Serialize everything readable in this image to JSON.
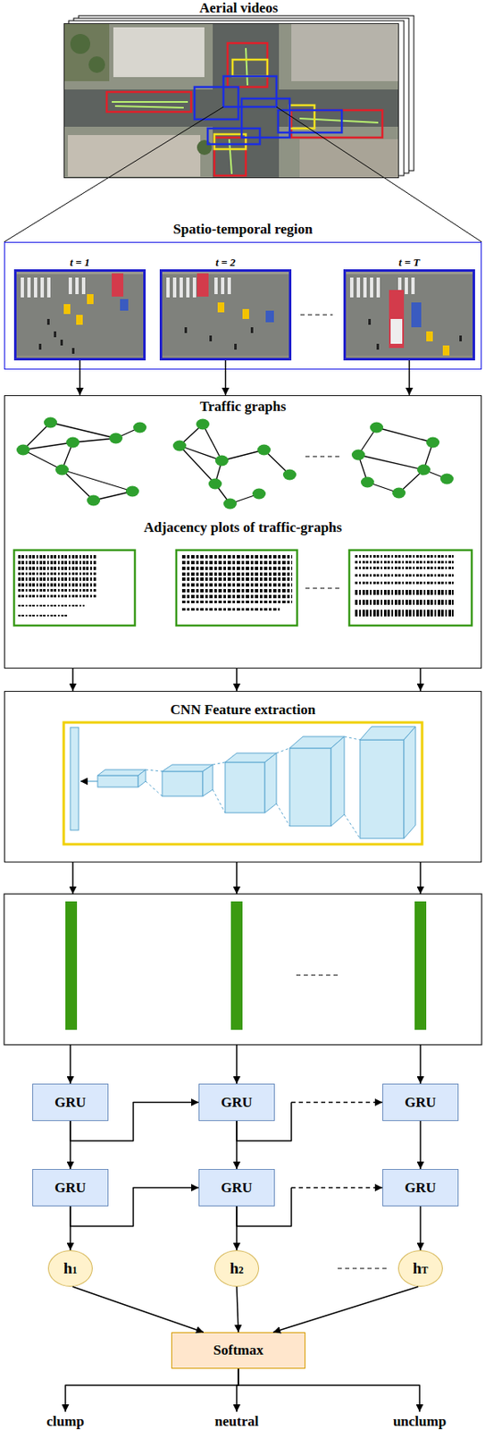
{
  "diagram": {
    "nodes": [
      {
        "text": [
          "Aerial videos"
        ]
      },
      {
        "text": [
          "Spatio-temporal region"
        ]
      },
      {
        "text": [
          "t = 1"
        ],
        "in": 1
      },
      {
        "text": [
          "t = 2"
        ],
        "in": 1
      },
      {
        "text": [
          "t = T"
        ],
        "in": 1
      },
      {
        "text": [
          "Traffic graphs",
          "Adjacency plots of traffic-graphs"
        ]
      },
      {
        "text": [
          "CNN Feature extraction"
        ]
      },
      {
        "text": [
          "GRU"
        ]
      },
      {
        "text": [
          "GRU"
        ]
      },
      {
        "text": [
          "GRU"
        ]
      },
      {
        "text": [
          "GRU"
        ]
      },
      {
        "text": [
          "GRU"
        ]
      },
      {
        "text": [
          "GRU"
        ]
      },
      {
        "text": [
          "h1"
        ]
      },
      {
        "text": [
          "h2"
        ]
      },
      {
        "text": [
          "hT"
        ]
      },
      {
        "text": [
          "Softmax"
        ]
      },
      {
        "text": [
          "clump"
        ]
      },
      {
        "text": [
          "neutral"
        ]
      },
      {
        "text": [
          "unclump"
        ]
      }
    ],
    "edges": [
      {
        "from": 2,
        "to": 5,
        "arrow": "to"
      },
      {
        "from": 3,
        "to": 5,
        "arrow": "to"
      },
      {
        "from": 4,
        "to": 5,
        "arrow": "to"
      },
      {
        "from": 5,
        "to": 6,
        "arrow": "to"
      },
      {
        "from": 5,
        "to": 6,
        "arrow": "to"
      },
      {
        "from": 5,
        "to": 6,
        "arrow": "to"
      },
      {
        "from": 7,
        "to": 10,
        "arrow": "to"
      },
      {
        "from": 8,
        "to": 11,
        "arrow": "to"
      },
      {
        "from": 9,
        "to": 12,
        "arrow": "to"
      },
      {
        "from": 7,
        "to": 8,
        "arrow": "to"
      },
      {
        "from": 8,
        "to": 9,
        "arrow": "to"
      },
      {
        "from": 10,
        "to": 11,
        "arrow": "to"
      },
      {
        "from": 11,
        "to": 12,
        "arrow": "to"
      },
      {
        "from": 10,
        "to": 13,
        "arrow": "to"
      },
      {
        "from": 11,
        "to": 14,
        "arrow": "to"
      },
      {
        "from": 12,
        "to": 15,
        "arrow": "to"
      },
      {
        "from": 13,
        "to": 16,
        "arrow": "to"
      },
      {
        "from": 14,
        "to": 16,
        "arrow": "to"
      },
      {
        "from": 15,
        "to": 16,
        "arrow": "to"
      },
      {
        "from": 16,
        "to": 17,
        "arrow": "to"
      },
      {
        "from": 16,
        "to": 18,
        "arrow": "to"
      },
      {
        "from": 16,
        "to": 19,
        "arrow": "to"
      }
    ]
  }
}
